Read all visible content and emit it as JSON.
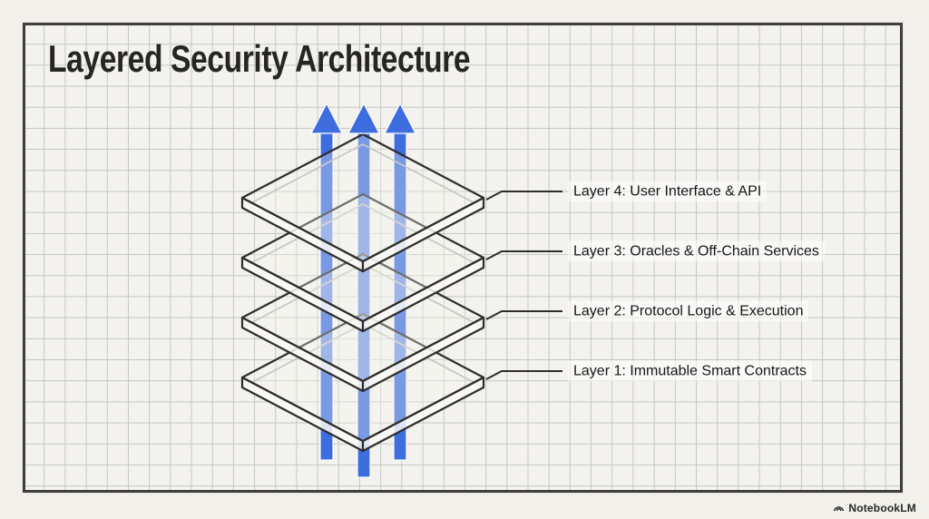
{
  "title": "Layered Security Architecture",
  "diagram": {
    "layers": [
      {
        "id": 4,
        "label": "Layer 4: User Interface & API"
      },
      {
        "id": 3,
        "label": "Layer 3: Oracles & Off-Chain Services"
      },
      {
        "id": 2,
        "label": "Layer 2: Protocol Logic & Execution"
      },
      {
        "id": 1,
        "label": "Layer 1: Immutable Smart Contracts"
      }
    ],
    "arrows": {
      "count": 3,
      "direction": "up"
    }
  },
  "colors": {
    "accent": "#3e6de0",
    "line": "#2e2d2b",
    "rim_gray": "#b4b4af",
    "paper": "#f3f2ee",
    "outer": "#f1f0ea",
    "grid_line": "#c6c7c1",
    "frame": "#3f3e3a"
  },
  "watermark": {
    "label": "NotebookLM"
  }
}
